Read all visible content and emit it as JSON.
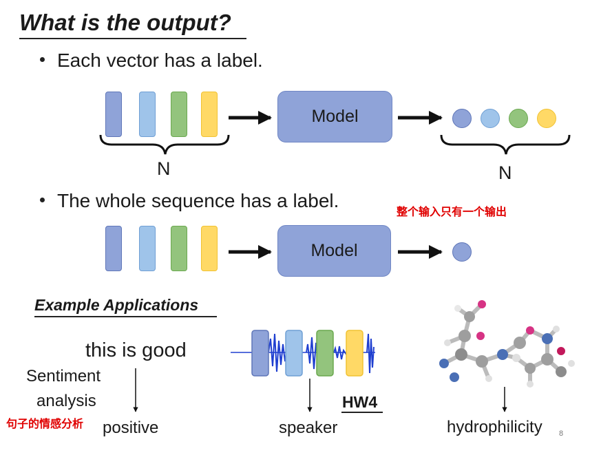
{
  "title": "What is the output?",
  "bullet1": "Each vector has a label.",
  "bullet2": "The whole sequence has a label.",
  "model_label": "Model",
  "n_label": "N",
  "note_cn": "整个输入只有一个输出",
  "examples_title": "Example Applications",
  "sentiment": {
    "input": "this is good",
    "task": "Sentiment analysis",
    "task_line1": "Sentiment",
    "task_line2": "analysis",
    "note_cn": "句子的情感分析",
    "output": "positive"
  },
  "speaker": {
    "output": "speaker",
    "homework": "HW4"
  },
  "molecule": {
    "output": "hydrophilicity"
  },
  "page_number": "8",
  "colors": {
    "blue": "#8fa3d8",
    "light_blue": "#9fc4ea",
    "green": "#93c47d",
    "yellow": "#ffd966",
    "accent_red": "#e00000"
  }
}
